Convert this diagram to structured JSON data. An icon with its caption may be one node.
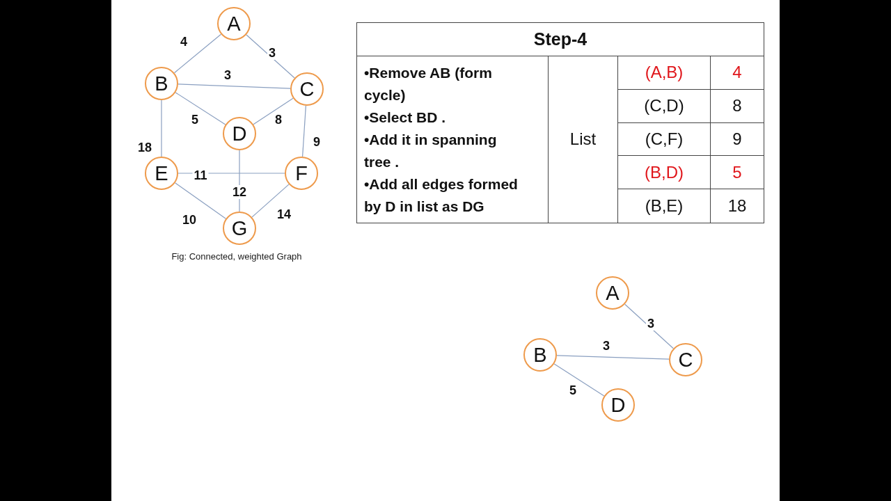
{
  "diagram": {
    "title": "Step-4",
    "caption": "Fig: Connected, weighted Graph",
    "nodes": [
      {
        "text": [
          "A"
        ]
      },
      {
        "text": [
          "B"
        ]
      },
      {
        "text": [
          "C"
        ]
      },
      {
        "text": [
          "D"
        ]
      },
      {
        "text": [
          "E"
        ]
      },
      {
        "text": [
          "F"
        ]
      },
      {
        "text": [
          "G"
        ]
      },
      {
        "text": [
          "A"
        ]
      },
      {
        "text": [
          "B"
        ]
      },
      {
        "text": [
          "C"
        ]
      },
      {
        "text": [
          "D"
        ]
      }
    ],
    "edges": [
      {
        "from": 0,
        "to": 1,
        "arrow": "none",
        "label": "4"
      },
      {
        "from": 0,
        "to": 2,
        "arrow": "none",
        "label": "3"
      },
      {
        "from": 1,
        "to": 2,
        "arrow": "none",
        "label": "3"
      },
      {
        "from": 1,
        "to": 3,
        "arrow": "none",
        "label": "5"
      },
      {
        "from": 2,
        "to": 3,
        "arrow": "none",
        "label": "8"
      },
      {
        "from": 1,
        "to": 4,
        "arrow": "none",
        "label": "18"
      },
      {
        "from": 2,
        "to": 5,
        "arrow": "none",
        "label": "9"
      },
      {
        "from": 3,
        "to": 6,
        "arrow": "none",
        "label": "12"
      },
      {
        "from": 4,
        "to": 5,
        "arrow": "none",
        "label": "11"
      },
      {
        "from": 4,
        "to": 6,
        "arrow": "none",
        "label": "10"
      },
      {
        "from": 5,
        "to": 6,
        "arrow": "none",
        "label": "14"
      },
      {
        "from": 7,
        "to": 9,
        "arrow": "none",
        "label": "3"
      },
      {
        "from": 8,
        "to": 9,
        "arrow": "none",
        "label": "3"
      },
      {
        "from": 8,
        "to": 10,
        "arrow": "none",
        "label": "5"
      }
    ],
    "labels": [
      "•Remove AB (form cycle)",
      "•Select BD .",
      "•Add it in spanning tree .",
      "•Add all edges formed by D in list as DG",
      "List",
      "(A,B)",
      "4",
      "(C,D)",
      "8",
      "(C,F)",
      "9",
      "(B,D)",
      "5",
      "(B,E)",
      "18"
    ]
  }
}
